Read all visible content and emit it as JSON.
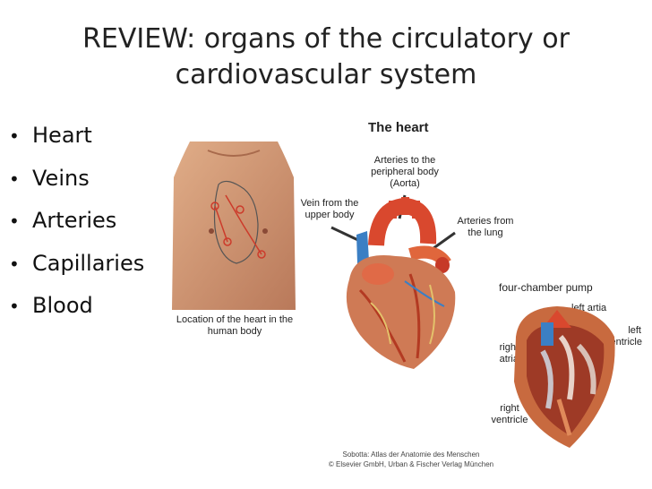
{
  "slide": {
    "title": "REVIEW: organs of the circulatory or cardiovascular system",
    "bullets": [
      "Heart",
      "Veins",
      "Arteries",
      "Capillaries",
      "Blood"
    ]
  },
  "torso": {
    "caption": "Location of the heart in the human body"
  },
  "heart": {
    "heading": "The heart",
    "label_aorta": "Arteries to the peripheral body (Aorta)",
    "label_vein": "Vein from the upper body",
    "label_lung": "Arteries from the lung"
  },
  "pump": {
    "heading": "four-chamber pump",
    "left_atria": "left artia",
    "left_ventricle": "left ventricle",
    "right_atria": "right atria",
    "right_ventricle": "right ventricle"
  },
  "credit": {
    "line1": "Sobotta: Atlas der Anatomie des Menschen",
    "line2": "© Elsevier GmbH, Urban & Fischer Verlag München"
  },
  "colors": {
    "skin": "#d9a07a",
    "heart_red": "#d9482e",
    "vein_blue": "#3b7fc4"
  }
}
